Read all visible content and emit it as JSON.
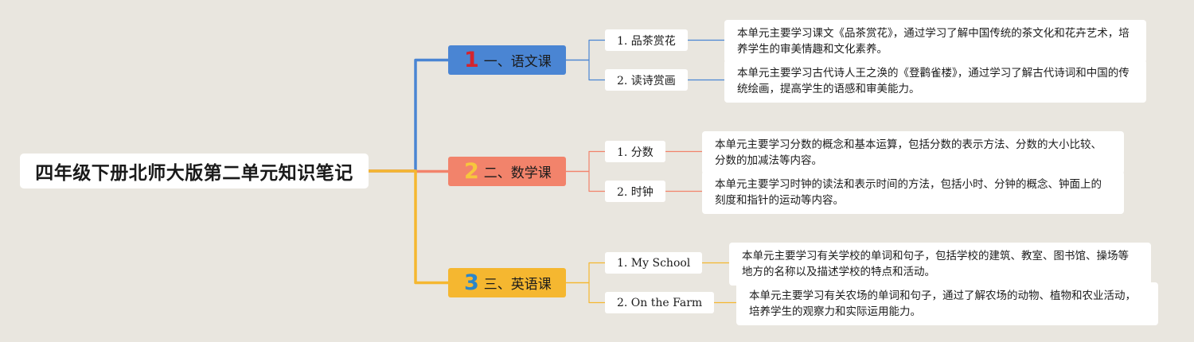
{
  "root": {
    "title": "四年级下册北师大版第二单元知识笔记"
  },
  "categories": [
    {
      "num": "1",
      "label": "一、语文课",
      "color": "#4a85d3",
      "num_color": "#d4242e",
      "items": [
        {
          "label": "1. 品茶赏花",
          "note": "本单元主要学习课文《品茶赏花》，通过学习了解中国传统的茶文化和花卉艺术，培养学生的审美情趣和文化素养。"
        },
        {
          "label": "2. 读诗赏画",
          "note": "本单元主要学习古代诗人王之涣的《登鹳雀楼》，通过学习了解古代诗词和中国的传统绘画，提高学生的语感和审美能力。"
        }
      ]
    },
    {
      "num": "2",
      "label": "二、数学课",
      "color": "#f2836b",
      "num_color": "#f7c63d",
      "items": [
        {
          "label": "1. 分数",
          "note": "本单元主要学习分数的概念和基本运算，包括分数的表示方法、分数的大小比较、分数的加减法等内容。"
        },
        {
          "label": "2. 时钟",
          "note": "本单元主要学习时钟的读法和表示时间的方法，包括小时、分钟的概念、钟面上的刻度和指针的运动等内容。"
        }
      ]
    },
    {
      "num": "3",
      "label": "三、英语课",
      "color": "#f5b730",
      "num_color": "#2b86c9",
      "items": [
        {
          "label": "1. My School",
          "note": "本单元主要学习有关学校的单词和句子，包括学校的建筑、教室、图书馆、操场等地方的名称以及描述学校的特点和活动。"
        },
        {
          "label": "2. On the Farm",
          "note": "本单元主要学习有关农场的单词和句子，通过了解农场的动物、植物和农业活动，培养学生的观察力和实际运用能力。"
        }
      ]
    }
  ]
}
